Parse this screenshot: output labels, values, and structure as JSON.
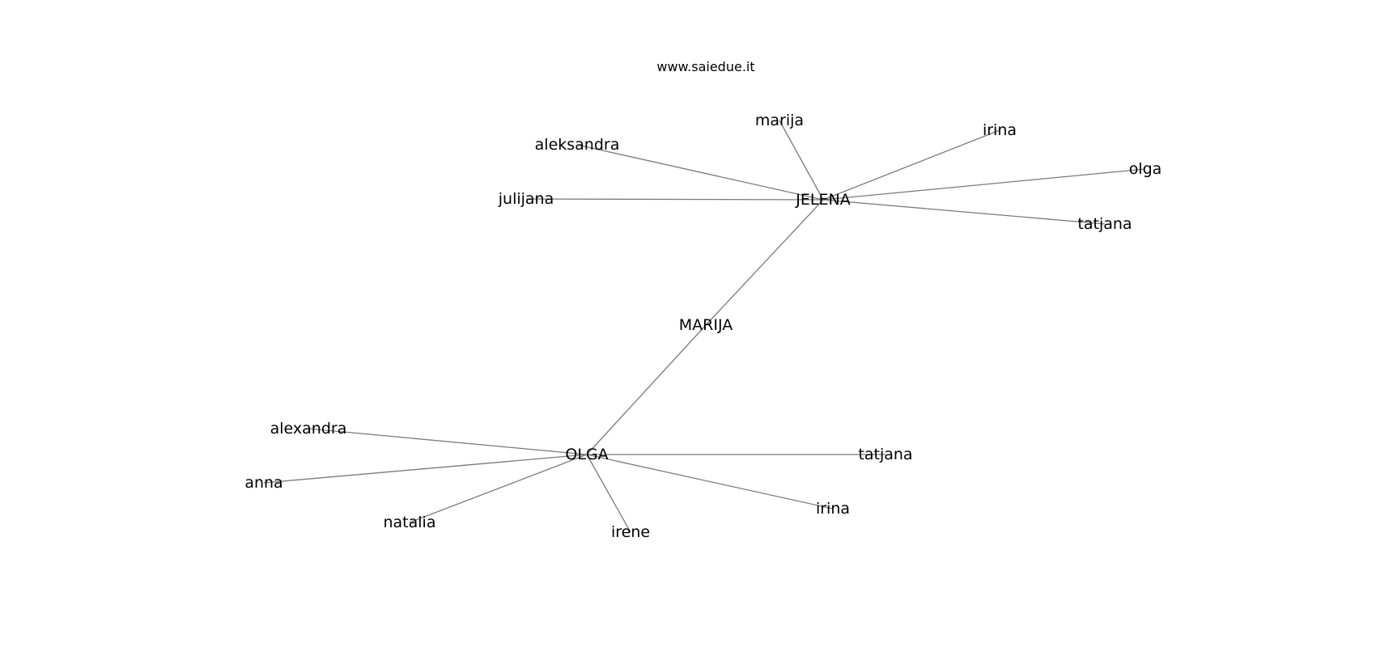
{
  "watermark": "www.saiedue.it",
  "nodes": {
    "marija_center": "MARIJA",
    "jelena": "JELENA",
    "olga_hub": "OLGA",
    "marija_leaf": "marija",
    "irina_top": "irina",
    "olga_leaf": "olga",
    "tatjana_top": "tatjana",
    "aleksandra": "aleksandra",
    "julijana": "julijana",
    "alexandra": "alexandra",
    "anna": "anna",
    "natalia": "natalia",
    "irene": "irene",
    "irina_bottom": "irina",
    "tatjana_bottom": "tatjana"
  },
  "edges": [
    [
      "marija_center",
      "jelena"
    ],
    [
      "marija_center",
      "olga_hub"
    ],
    [
      "jelena",
      "marija_leaf"
    ],
    [
      "jelena",
      "irina_top"
    ],
    [
      "jelena",
      "olga_leaf"
    ],
    [
      "jelena",
      "tatjana_top"
    ],
    [
      "jelena",
      "aleksandra"
    ],
    [
      "jelena",
      "julijana"
    ],
    [
      "olga_hub",
      "alexandra"
    ],
    [
      "olga_hub",
      "anna"
    ],
    [
      "olga_hub",
      "natalia"
    ],
    [
      "olga_hub",
      "irene"
    ],
    [
      "olga_hub",
      "irina_bottom"
    ],
    [
      "olga_hub",
      "tatjana_bottom"
    ]
  ]
}
